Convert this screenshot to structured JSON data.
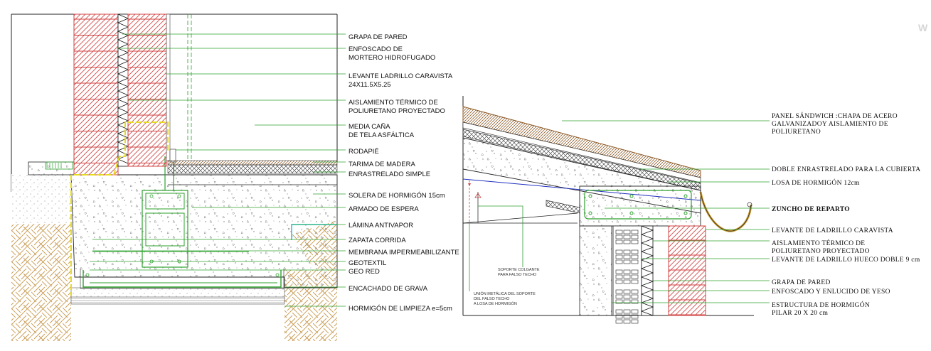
{
  "left_section": {
    "labels": [
      {
        "lines": [
          "GRAPA DE PARED"
        ]
      },
      {
        "lines": [
          "ENFOSCADO DE",
          "MORTERO HIDROFUGADO"
        ]
      },
      {
        "lines": [
          "LEVANTE LADRILLO CARAVISTA",
          "24X11.5X5.25"
        ]
      },
      {
        "lines": [
          "AISLAMIENTO TÉRMICO DE",
          "POLIURETANO PROYECTADO"
        ]
      },
      {
        "lines": [
          "MEDIA CAÑA",
          "DE TELA ASFÁLTICA"
        ]
      },
      {
        "lines": [
          "RODAPIÉ"
        ]
      },
      {
        "lines": [
          "TARIMA DE MADERA"
        ]
      },
      {
        "lines": [
          "ENRASTRELADO SIMPLE"
        ]
      },
      {
        "lines": [
          "SOLERA DE HORMIGÓN  15cm"
        ]
      },
      {
        "lines": [
          "ARMADO DE ESPERA"
        ]
      },
      {
        "lines": [
          "LÁMINA ANTIVAPOR"
        ]
      },
      {
        "lines": [
          "ZAPATA CORRIDA"
        ]
      },
      {
        "lines": [
          "MEMBRANA IMPERMEABILIZANTE"
        ]
      },
      {
        "lines": [
          "GEOTEXTIL"
        ]
      },
      {
        "lines": [
          "GEO RED"
        ]
      },
      {
        "lines": [
          "ENCACHADO DE GRAVA"
        ]
      },
      {
        "lines": [
          "HORMIGÓN DE LIMPIEZA e=5cm"
        ]
      }
    ]
  },
  "right_section": {
    "labels": [
      {
        "lines": [
          "PANEL SÁNDWICH :CHAPA DE ACERO",
          "GALVANIZADOY AISLAMIENTO DE",
          "POLIURETANO"
        ]
      },
      {
        "lines": [
          "DOBLE ENRASTRELADO PARA LA CUBIERTA"
        ]
      },
      {
        "lines": [
          "LOSA DE HORMIGÓN 12cm"
        ]
      },
      {
        "lines": [
          "ZUNCHO DE REPARTO"
        ]
      },
      {
        "lines": [
          "LEVANTE  DE LADRILLO CARAVISTA"
        ]
      },
      {
        "lines": [
          "AISLAMIENTO TÉRMICO DE",
          "POLIURETANO PROYECTADO"
        ]
      },
      {
        "lines": [
          "LEVANTE DE LADRILLO HUECO DOBLE 9 cm"
        ]
      },
      {
        "lines": [
          "GRAPA DE PARED"
        ]
      },
      {
        "lines": [
          "ENFOSCADO Y ENLUCIDO DE YESO"
        ]
      },
      {
        "lines": [
          "ESTRUCTURA DE HORMIGÓN",
          "PILAR 20 X 20 cm"
        ]
      }
    ],
    "notes": [
      {
        "lines": [
          "SOPORTE COLGANTE",
          "PARA FALSO TECHO"
        ]
      },
      {
        "lines": [
          "UNIÓN METÁLICA DEL SOPORTE",
          "DEL FALSO TECHO",
          "A LOSA DE HORMIGÓN"
        ]
      }
    ]
  },
  "watermark": "W",
  "colors": {
    "brick": "#d04040",
    "leader": "#2da02d",
    "insulation": "#111111",
    "steel": "#2da02d",
    "membrane": "#e6dc1e",
    "vapor": "#28c8e6",
    "roof_line": "#2030c0",
    "zuncho": "#c89628",
    "wood": "#8c5a28"
  }
}
